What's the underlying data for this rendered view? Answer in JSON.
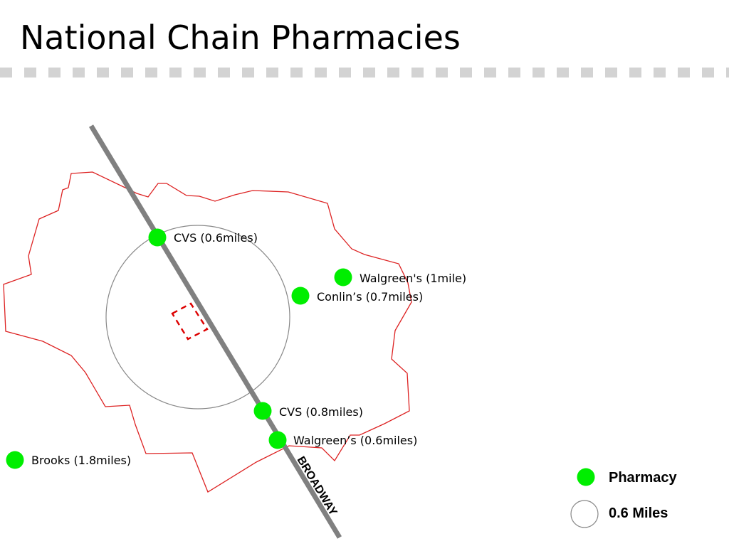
{
  "title": "National Chain Pharmacies",
  "colors": {
    "pharmacy_marker": "#00ee00",
    "boundary": "#dd2222",
    "road": "#808080",
    "radius_circle": "#888888",
    "site_outline": "#dd0000",
    "rule_squares": "#d3d3d3"
  },
  "road": {
    "name": "BROADWAY"
  },
  "pharmacies": [
    {
      "label": "CVS (0.6miles)"
    },
    {
      "label": "Walgreen's (1mile)"
    },
    {
      "label": "Conlin’s (0.7miles)"
    },
    {
      "label": "CVS (0.8miles)"
    },
    {
      "label": "Walgreen’s (0.6miles)"
    },
    {
      "label": "Brooks (1.8miles)"
    }
  ],
  "legend": {
    "pharmacy_label": "Pharmacy",
    "radius_label": "0.6 Miles"
  }
}
